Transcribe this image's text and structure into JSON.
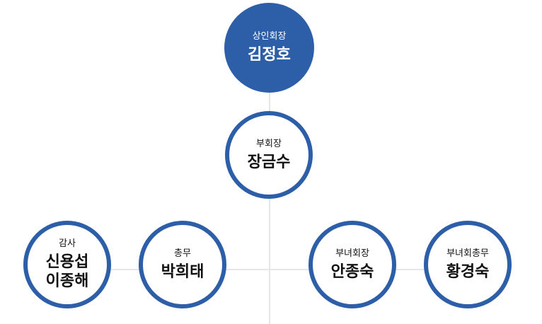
{
  "org_chart": {
    "president": {
      "role": "상인회장",
      "name": "김정호"
    },
    "vice_president": {
      "role": "부회장",
      "name": "장금수"
    },
    "auditor": {
      "role": "감사",
      "names": [
        "신용섭",
        "이종해"
      ]
    },
    "general_affairs": {
      "role": "총무",
      "name": "박희태"
    },
    "womens_president": {
      "role": "부녀회장",
      "name": "안종숙"
    },
    "womens_general_affairs": {
      "role": "부녀회총무",
      "name": "황경숙"
    }
  },
  "colors": {
    "accent": "#2d5ea8",
    "connector": "#e6e6e6"
  }
}
